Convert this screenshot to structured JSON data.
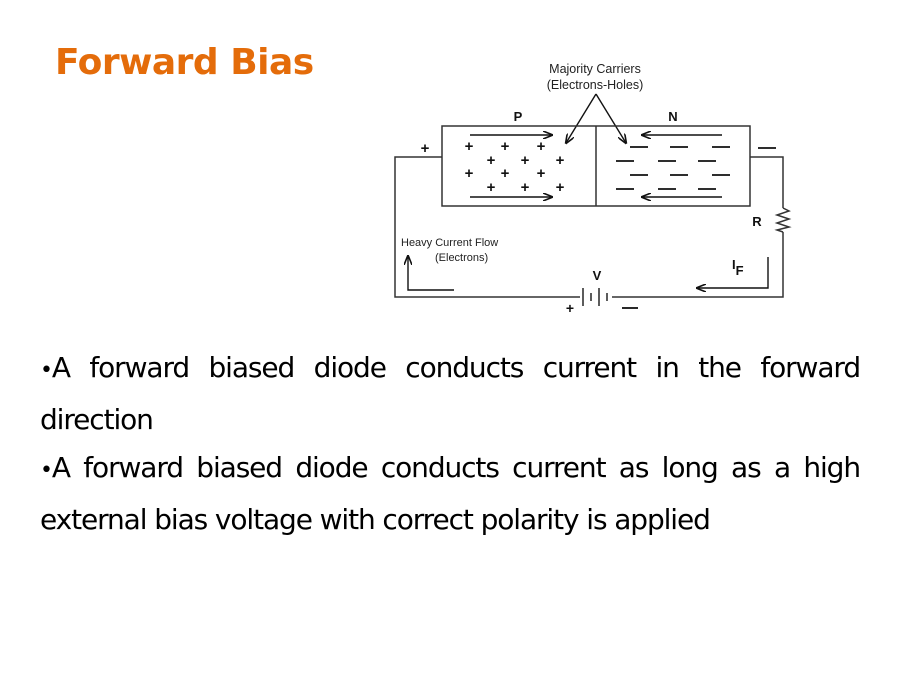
{
  "slide": {
    "title": "Forward Bias",
    "title_color": "#e46c0a",
    "bullets": [
      "A forward biased diode conducts current in the forward direction",
      "A forward biased diode conducts current as long as a high external bias voltage with correct polarity is applied"
    ],
    "bullet_glyph": "•"
  },
  "diagram": {
    "caption_line1": "Majority Carriers",
    "caption_line2": "(Electrons-Holes)",
    "p_label": "P",
    "n_label": "N",
    "left_terminal": "+",
    "right_terminal": "—",
    "resistor_label": "R",
    "current_label_main": "I",
    "current_label_sub": "F",
    "flow_label_line1": "Heavy Current Flow",
    "flow_label_line2": "(Electrons)",
    "battery_label": "V",
    "battery_plus": "+",
    "battery_minus": "—",
    "p_region_symbol": "+",
    "n_region_symbol": "—"
  }
}
